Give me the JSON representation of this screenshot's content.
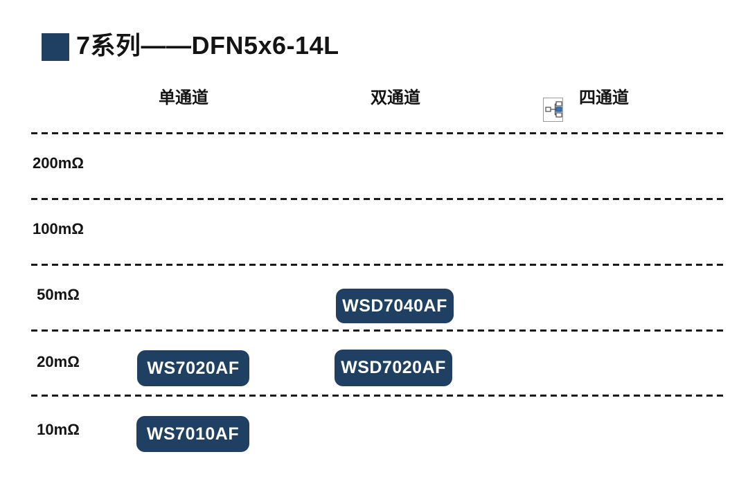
{
  "title": {
    "text": "7系列——DFN5x6-14L",
    "bullet_color": "#1f4062"
  },
  "columns": [
    {
      "label": "单通道"
    },
    {
      "label": "双通道"
    },
    {
      "label": "四通道",
      "icon": "org-chart-icon"
    }
  ],
  "rows": [
    {
      "label": "200mΩ"
    },
    {
      "label": "100mΩ"
    },
    {
      "label": "50mΩ"
    },
    {
      "label": "20mΩ"
    },
    {
      "label": "10mΩ"
    }
  ],
  "chips": [
    {
      "label": "WSD7040AF",
      "row": "50mΩ",
      "column": "双通道"
    },
    {
      "label": "WS7020AF",
      "row": "20mΩ",
      "column": "单通道"
    },
    {
      "label": "WSD7020AF",
      "row": "20mΩ",
      "column": "双通道"
    },
    {
      "label": "WS7010AF",
      "row": "10mΩ",
      "column": "单通道"
    }
  ],
  "colors": {
    "navy": "#1f4062",
    "text": "#141414",
    "dash": "#1a1a1a",
    "icon_accent_blue": "#2e75c8",
    "background": "#ffffff"
  },
  "chart_data": {
    "type": "table",
    "title": "7系列——DFN5x6-14L",
    "columns": [
      "单通道",
      "双通道",
      "四通道"
    ],
    "rows": [
      "200mΩ",
      "100mΩ",
      "50mΩ",
      "20mΩ",
      "10mΩ"
    ],
    "cells": [
      {
        "row": "50mΩ",
        "column": "双通道",
        "value": "WSD7040AF"
      },
      {
        "row": "20mΩ",
        "column": "单通道",
        "value": "WS7020AF"
      },
      {
        "row": "20mΩ",
        "column": "双通道",
        "value": "WSD7020AF"
      },
      {
        "row": "10mΩ",
        "column": "单通道",
        "value": "WS7010AF"
      }
    ],
    "legend_position": "none",
    "grid": "horizontal-dashed"
  }
}
